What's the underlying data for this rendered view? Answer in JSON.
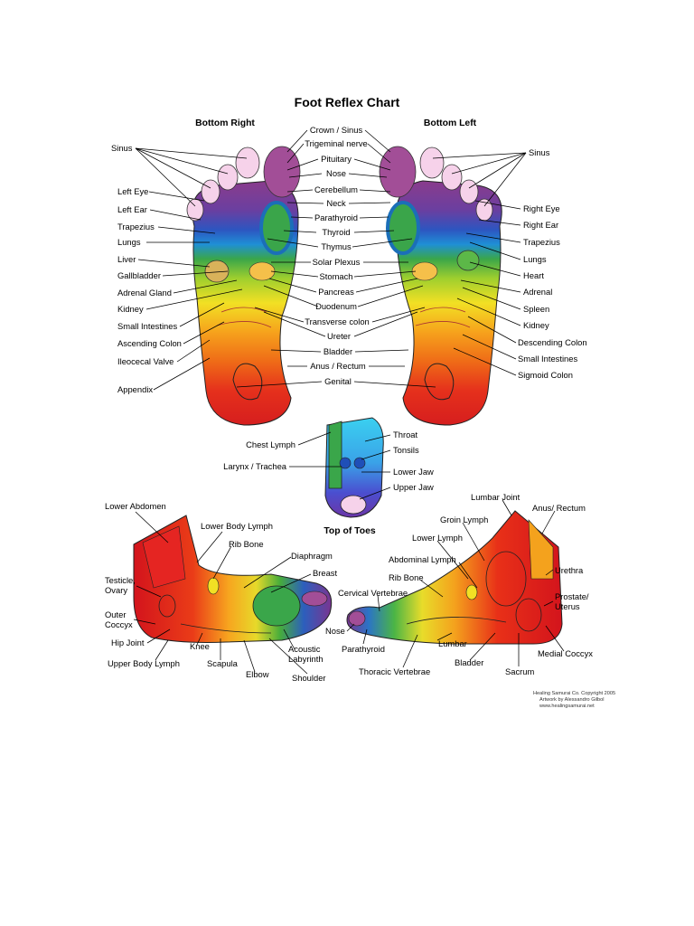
{
  "title": "Foot Reflex Chart",
  "headings": {
    "bottom_right": "Bottom Right",
    "bottom_left": "Bottom Left",
    "top_of_toes": "Top of Toes"
  },
  "labels": {
    "sinus": "Sinus",
    "left_eye": "Left Eye",
    "left_ear": "Left Ear",
    "trapezius": "Trapezius",
    "lungs": "Lungs",
    "liver": "Liver",
    "gallbladder": "Gallbladder",
    "adrenal_gland": "Adrenal Gland",
    "kidney": "Kidney",
    "small_intestines": "Small Intestines",
    "ascending_colon": "Ascending Colon",
    "ileocecal_valve": "Ileocecal Valve",
    "appendix": "Appendix",
    "crown_sinus": "Crown / Sinus",
    "trigeminal_nerve": "Trigeminal nerve",
    "pituitary": "Pituitary",
    "nose": "Nose",
    "cerebellum": "Cerebellum",
    "neck": "Neck",
    "parathyroid": "Parathyroid",
    "thyroid": "Thyroid",
    "thymus": "Thymus",
    "solar_plexus": "Solar Plexus",
    "stomach": "Stomach",
    "pancreas": "Pancreas",
    "duodenum": "Duodenum",
    "transverse_colon": "Transverse colon",
    "ureter": "Ureter",
    "bladder": "Bladder",
    "anus_rectum": "Anus / Rectum",
    "genital": "Genital",
    "right_eye": "Right Eye",
    "right_ear": "Right Ear",
    "heart": "Heart",
    "adrenal": "Adrenal",
    "spleen": "Spleen",
    "descending_colon": "Descending Colon",
    "sigmoid_colon": "Sigmoid Colon",
    "chest_lymph": "Chest Lymph",
    "larynx_trachea": "Larynx / Trachea",
    "throat": "Throat",
    "tonsils": "Tonsils",
    "lower_jaw": "Lower Jaw",
    "upper_jaw": "Upper Jaw",
    "lower_abdomen": "Lower Abdomen",
    "lower_body_lymph": "Lower Body Lymph",
    "rib_bone": "Rib Bone",
    "diaphragm": "Diaphragm",
    "breast": "Breast",
    "testicle_ovary_1": "Testicle,",
    "testicle_ovary_2": "Ovary",
    "outer_coccyx_1": "Outer",
    "outer_coccyx_2": "Coccyx",
    "hip_joint": "Hip Joint",
    "knee": "Knee",
    "upper_body_lymph": "Upper Body Lymph",
    "scapula": "Scapula",
    "elbow": "Elbow",
    "shoulder": "Shoulder",
    "acoustic_labyrinth_1": "Acoustic",
    "acoustic_labyrinth_2": "Labyrinth",
    "lumbar_joint": "Lumbar Joint",
    "groin_lymph": "Groin Lymph",
    "anus_rectum_side": "Anus/ Rectum",
    "lower_lymph": "Lower Lymph",
    "abdominal_lymph": "Abdominal Lymph",
    "rib_bone_side": "Rib Bone",
    "cervical_vertebrae": "Cervical Vertebrae",
    "urethra": "Urethra",
    "prostate_uterus_1": "Prostate/",
    "prostate_uterus_2": "Uterus",
    "nose_side": "Nose",
    "parathyroid_side": "Parathyroid",
    "lumbar": "Lumbar",
    "bladder_side": "Bladder",
    "sacrum": "Sacrum",
    "medial_coccyx": "Medial Coccyx",
    "thoracic_vertebrae": "Thoracic Vertebrae"
  },
  "credit": {
    "line1": "Healing Samurai Co. Copyright 2005",
    "line2": "Artwork by Alessandro Gilbol",
    "line3": "www.healingsamurai.net"
  }
}
